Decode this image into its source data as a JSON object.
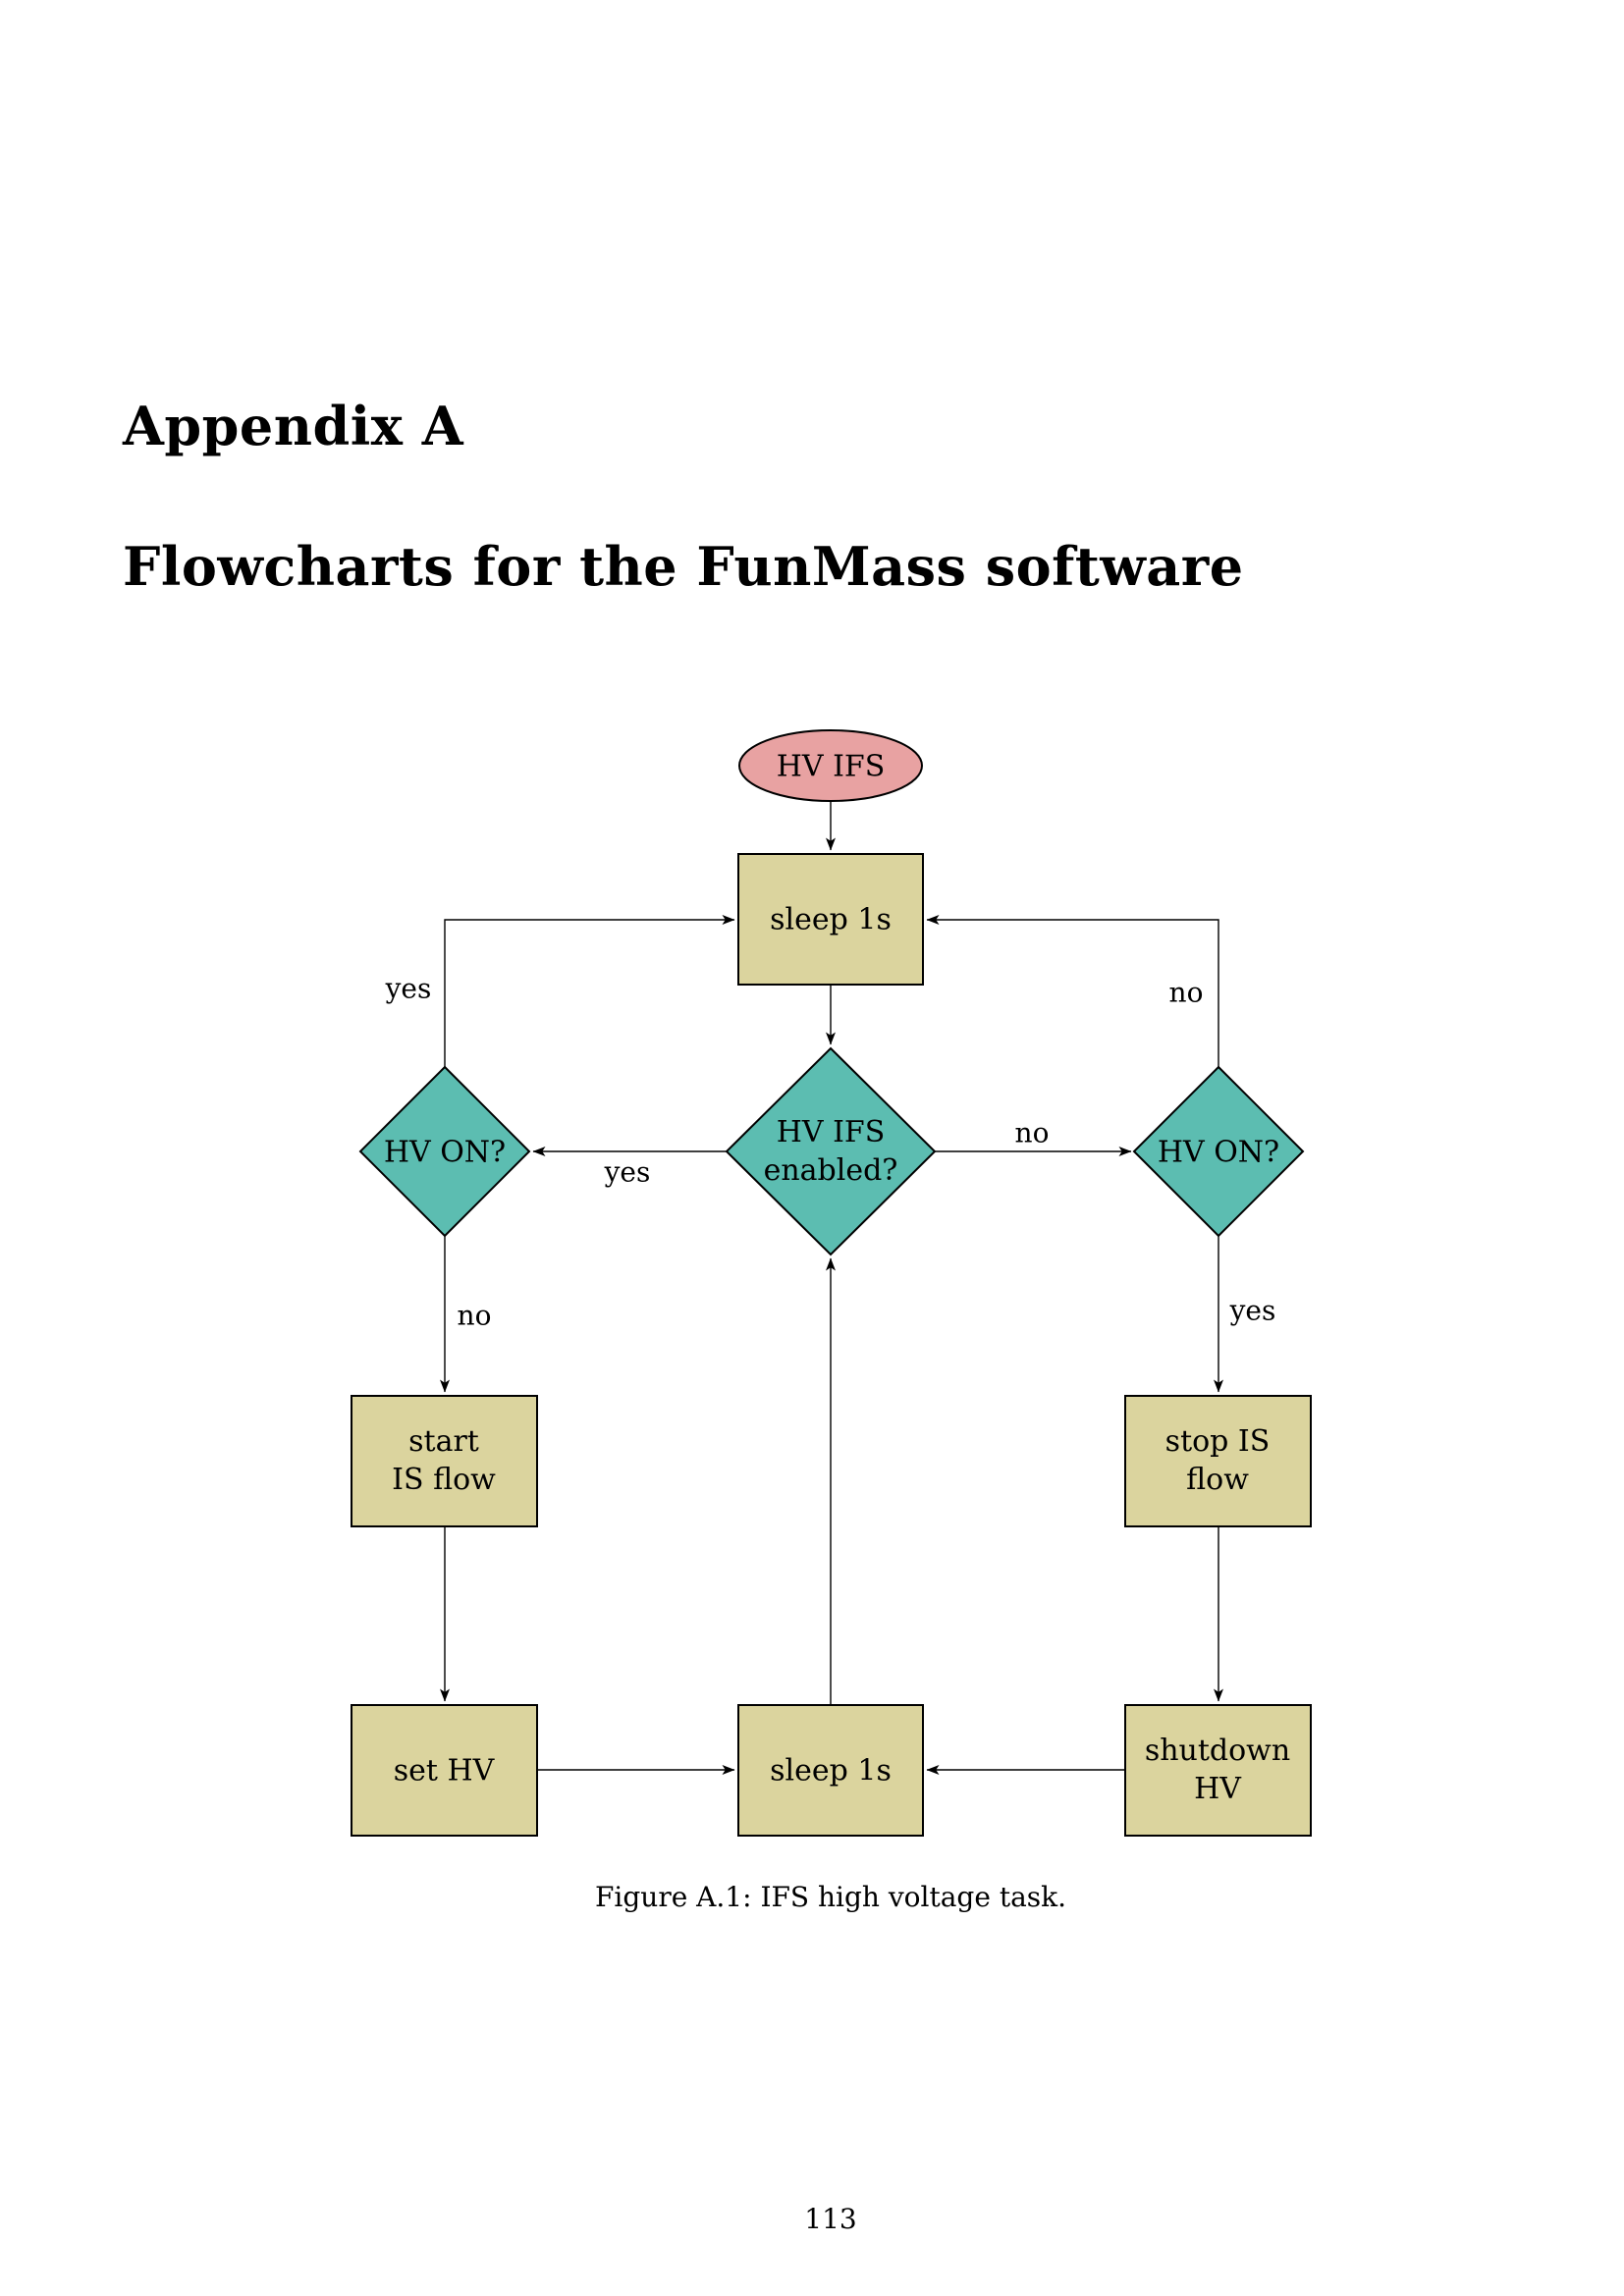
{
  "document": {
    "heading_line1": "Appendix A",
    "heading_line2": "Flowcharts for the FunMass software",
    "figure_caption": "Figure A.1: IFS high voltage task.",
    "page_number": "113"
  },
  "colors": {
    "terminal_fill": "#e8a2a2",
    "process_fill": "#dbd49e",
    "decision_fill": "#5cbdb1",
    "line": "#000000"
  },
  "flowchart": {
    "nodes": {
      "hv_ifs": {
        "type": "terminal",
        "label": "HV IFS"
      },
      "sleep_top": {
        "type": "process",
        "label": "sleep 1s"
      },
      "hv_ifs_enabled": {
        "type": "decision",
        "line1": "HV IFS",
        "line2": "enabled?"
      },
      "hv_on_left": {
        "type": "decision",
        "label": "HV ON?"
      },
      "hv_on_right": {
        "type": "decision",
        "label": "HV ON?"
      },
      "start_is_flow": {
        "type": "process",
        "line1": "start",
        "line2": "IS flow"
      },
      "stop_is_flow": {
        "type": "process",
        "line1": "stop IS",
        "line2": "flow"
      },
      "set_hv": {
        "type": "process",
        "label": "set HV"
      },
      "sleep_bottom": {
        "type": "process",
        "label": "sleep 1s"
      },
      "shutdown_hv": {
        "type": "process",
        "line1": "shutdown",
        "line2": "HV"
      }
    },
    "edge_labels": {
      "hv_on_left_up": "yes",
      "hv_on_right_up": "no",
      "enabled_to_left": "yes",
      "enabled_to_right": "no",
      "hv_on_left_down": "no",
      "hv_on_right_down": "yes"
    }
  }
}
